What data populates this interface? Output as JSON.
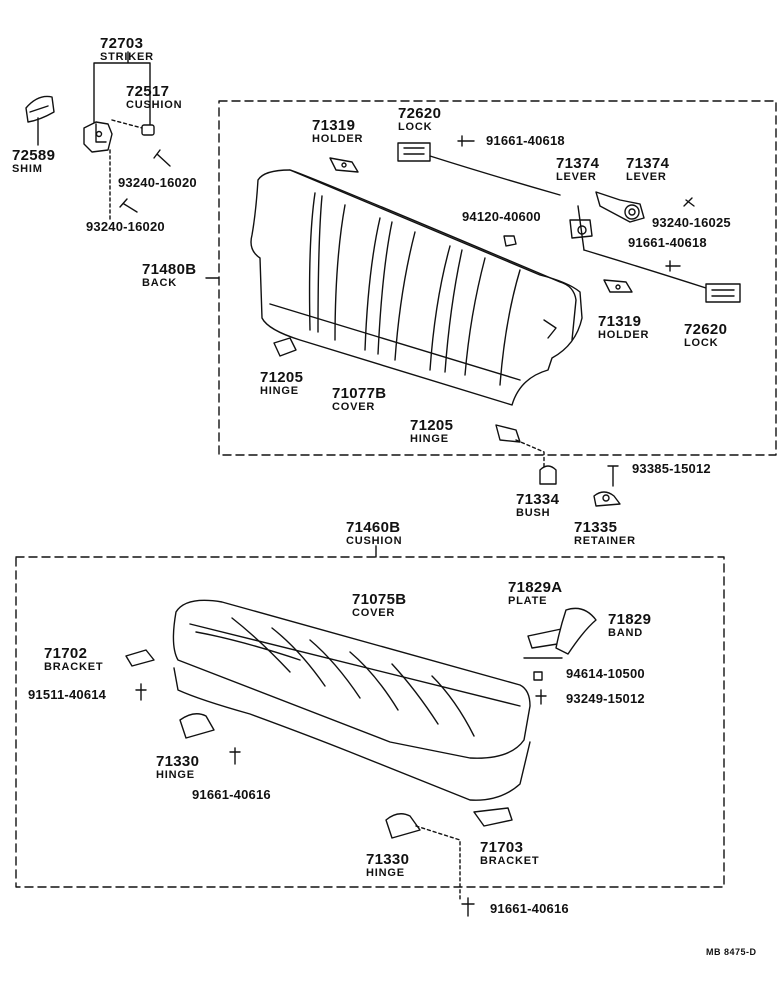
{
  "callouts": [
    {
      "id": "striker",
      "number": "72703",
      "name": "STRIKER"
    },
    {
      "id": "cushion-stop",
      "number": "72517",
      "name": "CUSHION"
    },
    {
      "id": "shim",
      "number": "72589",
      "name": "SHIM"
    },
    {
      "id": "holder-upper",
      "number": "71319",
      "name": "HOLDER"
    },
    {
      "id": "lock-upper",
      "number": "72620",
      "name": "LOCK"
    },
    {
      "id": "lever-left",
      "number": "71374",
      "name": "LEVER"
    },
    {
      "id": "lever-right",
      "number": "71374",
      "name": "LEVER"
    },
    {
      "id": "back",
      "number": "71480B",
      "name": "BACK"
    },
    {
      "id": "holder-lower",
      "number": "71319",
      "name": "HOLDER"
    },
    {
      "id": "lock-lower",
      "number": "72620",
      "name": "LOCK"
    },
    {
      "id": "hinge-back-left",
      "number": "71205",
      "name": "HINGE"
    },
    {
      "id": "back-cover",
      "number": "71077B",
      "name": "COVER"
    },
    {
      "id": "hinge-back-right",
      "number": "71205",
      "name": "HINGE"
    },
    {
      "id": "bush",
      "number": "71334",
      "name": "BUSH"
    },
    {
      "id": "retainer",
      "number": "71335",
      "name": "RETAINER"
    },
    {
      "id": "cushion",
      "number": "71460B",
      "name": "CUSHION"
    },
    {
      "id": "cushion-cover",
      "number": "71075B",
      "name": "COVER"
    },
    {
      "id": "plate",
      "number": "71829A",
      "name": "PLATE"
    },
    {
      "id": "band",
      "number": "71829",
      "name": "BAND"
    },
    {
      "id": "bracket-left",
      "number": "71702",
      "name": "BRACKET"
    },
    {
      "id": "hinge-cushion-left",
      "number": "71330",
      "name": "HINGE"
    },
    {
      "id": "hinge-cushion-center",
      "number": "71330",
      "name": "HINGE"
    },
    {
      "id": "bracket-right",
      "number": "71703",
      "name": "BRACKET"
    }
  ],
  "fasteners": [
    {
      "id": "bolt-striker-1",
      "part": "93240-16020"
    },
    {
      "id": "bolt-striker-2",
      "part": "93240-16020"
    },
    {
      "id": "bolt-lock-upper",
      "part": "91661-40618"
    },
    {
      "id": "nut-back",
      "part": "94120-40600"
    },
    {
      "id": "screw-lever",
      "part": "93240-16025"
    },
    {
      "id": "bolt-lock-lower",
      "part": "91661-40618"
    },
    {
      "id": "screw-retainer",
      "part": "93385-15012"
    },
    {
      "id": "washer-band",
      "part": "94614-10500"
    },
    {
      "id": "screw-band",
      "part": "93249-15012"
    },
    {
      "id": "bolt-bracket-left",
      "part": "91511-40614"
    },
    {
      "id": "bolt-hinge-left",
      "part": "91661-40616"
    },
    {
      "id": "bolt-hinge-center",
      "part": "91661-40616"
    }
  ],
  "diagram_code": "MB  8475-D",
  "colors": {
    "ink": "#111111",
    "background": "#ffffff"
  }
}
